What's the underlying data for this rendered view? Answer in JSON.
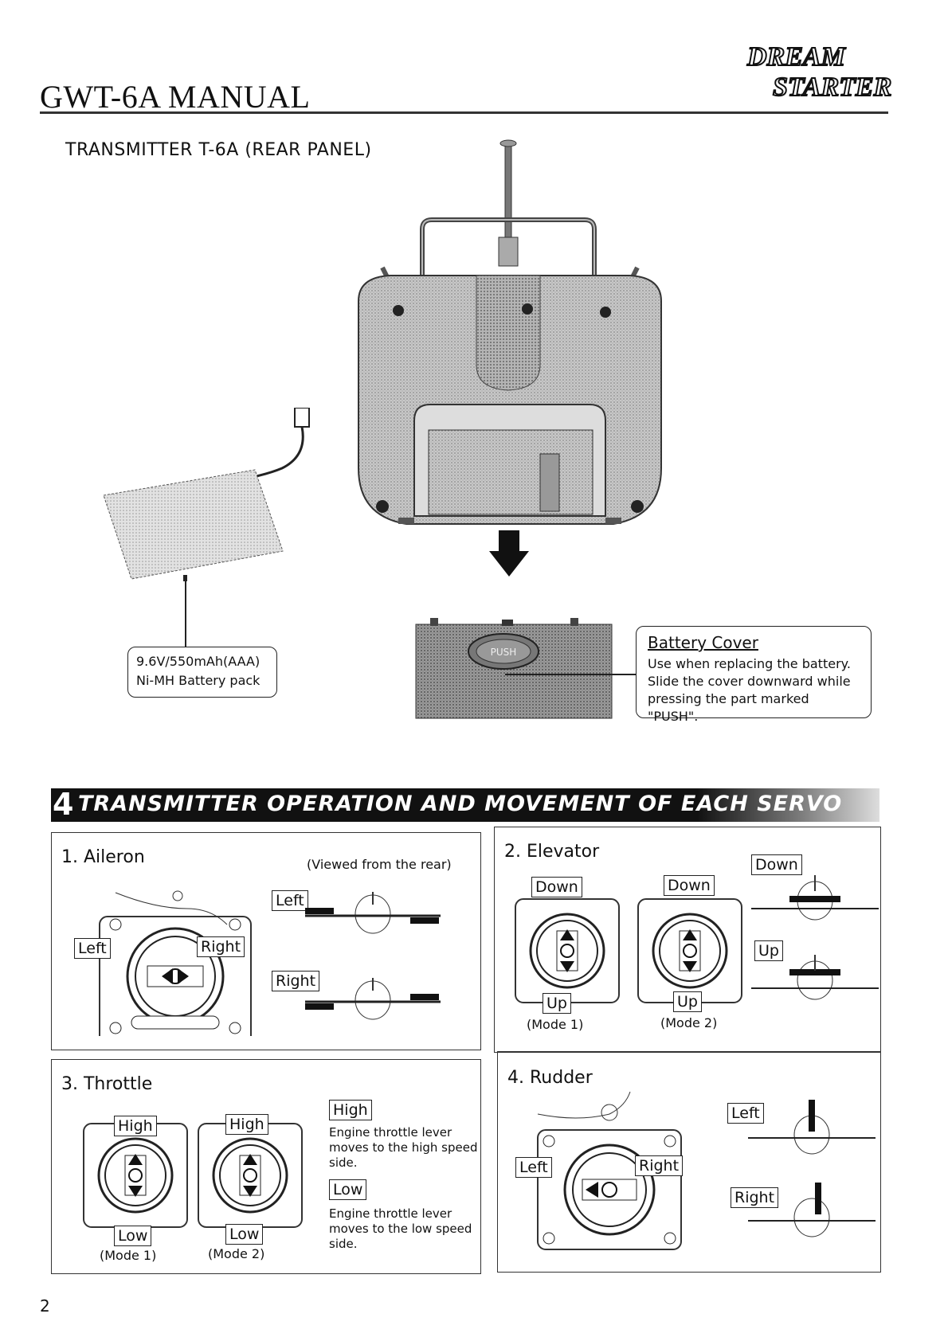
{
  "header": {
    "title": "GWT-6A MANUAL",
    "logo_line1": "DREAM",
    "logo_line2": "STARTER"
  },
  "rear_panel": {
    "title": "TRANSMITTER T-6A (REAR PANEL)",
    "battery_pack": {
      "line1": "9.6V/550mAh(AAA)",
      "line2": "Ni-MH Battery pack"
    },
    "push_label": "PUSH",
    "battery_cover": {
      "title": "Battery Cover",
      "lines": [
        "Use when replacing the battery.",
        "Slide the cover downward while",
        "pressing the part marked \"PUSH\"."
      ]
    }
  },
  "section": {
    "number": "4",
    "title": "TRANSMITTER OPERATION AND MOVEMENT OF EACH SERVO"
  },
  "aileron": {
    "title": "1. Aileron",
    "viewed": "(Viewed from the rear)",
    "left": "Left",
    "right": "Right"
  },
  "elevator": {
    "title": "2. Elevator",
    "down": "Down",
    "up": "Up",
    "mode1": "(Mode 1)",
    "mode2": "(Mode 2)"
  },
  "throttle": {
    "title": "3. Throttle",
    "high": "High",
    "low": "Low",
    "mode1": "(Mode 1)",
    "mode2": "(Mode 2)",
    "high_note": [
      "Engine throttle lever",
      "moves to the high speed",
      "side."
    ],
    "low_note": [
      "Engine throttle lever",
      "moves to the low speed",
      "side."
    ]
  },
  "rudder": {
    "title": "4. Rudder",
    "left": "Left",
    "right": "Right"
  },
  "page_number": "2"
}
